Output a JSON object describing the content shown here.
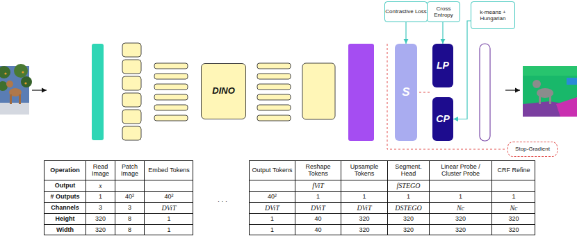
{
  "diagram": {
    "nodes": [
      {
        "text": [
          "DINO"
        ]
      },
      {
        "text": [
          "Contrastive Loss"
        ]
      },
      {
        "text": [
          "Cross Entropy"
        ]
      },
      {
        "text": [
          "k-means + Hungarian"
        ]
      },
      {
        "text": [
          "S"
        ]
      },
      {
        "text": [
          "LP"
        ]
      },
      {
        "text": [
          "CP"
        ]
      },
      {
        "text": [
          "Stop-Gradient"
        ]
      }
    ],
    "edges": [
      {
        "from": 1,
        "to": 4,
        "arrow": "to"
      },
      {
        "from": 2,
        "to": 5,
        "arrow": "to"
      },
      {
        "from": 3,
        "to": 6,
        "arrow": "to"
      }
    ],
    "labels": [
      "Operation",
      "Read Image",
      "Patch Image",
      "Embed Tokens",
      "Output",
      "x",
      "# Outputs",
      "1",
      "40²",
      "40²",
      "Channels",
      "3",
      "3",
      "DViT",
      "Height",
      "320",
      "8",
      "1",
      "Width",
      "320",
      "8",
      "1",
      "· · ·",
      "Output Tokens",
      "Reshape Tokens",
      "Upsample Tokens",
      "Segment. Head",
      "Linear Probe / Cluster Probe",
      "CRF Refine",
      "fViT",
      "fSTEGO",
      "40²",
      "1",
      "1",
      "1",
      "1",
      "1",
      "DViT",
      "DViT",
      "DViT",
      "DSTEGO",
      "Nc",
      "Nc",
      "1",
      "40",
      "320",
      "320",
      "320",
      "320",
      "1",
      "40",
      "320",
      "320",
      "320",
      "320"
    ]
  }
}
